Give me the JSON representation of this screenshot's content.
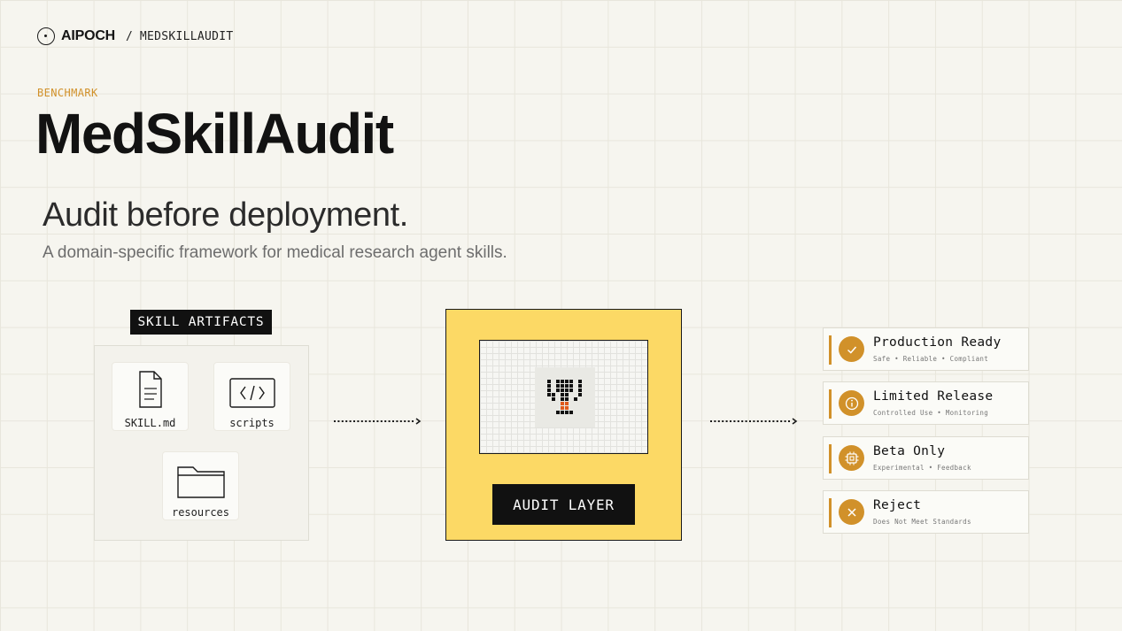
{
  "header": {
    "brand": "AIPOCH",
    "separator": "/",
    "page": "MEDSKILLAUDIT"
  },
  "hero": {
    "eyebrow": "BENCHMARK",
    "title": "MedSkillAudit",
    "tagline": "Audit before deployment.",
    "subtitle": "A domain-specific framework for medical research agent skills."
  },
  "artifacts": {
    "label": "SKILL ARTIFACTS",
    "items": [
      {
        "label": "SKILL.md",
        "icon": "document-icon"
      },
      {
        "label": "scripts",
        "icon": "code-icon"
      },
      {
        "label": "resources",
        "icon": "folder-icon"
      }
    ]
  },
  "audit": {
    "label": "AUDIT LAYER",
    "icon": "pixel-robot-icon",
    "colors": {
      "panel": "#fcd965",
      "accent": "#e05a1c"
    }
  },
  "outcomes": [
    {
      "title": "Production Ready",
      "subtitle": "Safe • Reliable • Compliant",
      "icon": "check-icon"
    },
    {
      "title": "Limited Release",
      "subtitle": "Controlled Use • Monitoring",
      "icon": "info-icon"
    },
    {
      "title": "Beta Only",
      "subtitle": "Experimental • Feedback",
      "icon": "chip-icon"
    },
    {
      "title": "Reject",
      "subtitle": "Does Not Meet Standards",
      "icon": "x-icon"
    }
  ],
  "colors": {
    "accent": "#d1912a",
    "background": "#f6f5ef",
    "dark": "#111111"
  }
}
